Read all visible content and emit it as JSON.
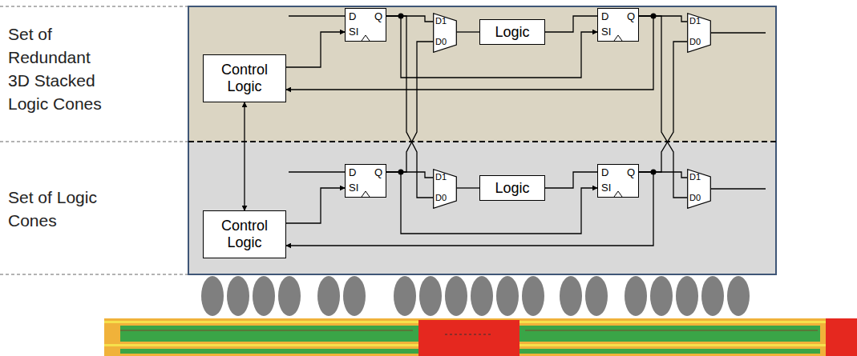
{
  "diagram": {
    "nodes": [
      {
        "text": [
          "D",
          "Q",
          "SI"
        ]
      },
      {
        "text": [
          "D1",
          "D0"
        ]
      },
      {
        "text": [
          "Logic"
        ]
      },
      {
        "text": [
          "D",
          "Q",
          "SI"
        ]
      },
      {
        "text": [
          "D1",
          "D0"
        ]
      },
      {
        "text": [
          "Control Logic"
        ]
      },
      {
        "text": [
          "D",
          "Q",
          "SI"
        ]
      },
      {
        "text": [
          "D1",
          "D0"
        ]
      },
      {
        "text": [
          "Logic"
        ]
      },
      {
        "text": [
          "D",
          "Q",
          "SI"
        ]
      },
      {
        "text": [
          "D1",
          "D0"
        ]
      },
      {
        "text": [
          "Control Logic"
        ]
      }
    ],
    "edges": [
      {
        "from": 5,
        "to": 0,
        "arrow": "to"
      },
      {
        "from": 0,
        "to": 1,
        "arrow": "none"
      },
      {
        "from": 1,
        "to": 2,
        "arrow": "none"
      },
      {
        "from": 2,
        "to": 3,
        "arrow": "none"
      },
      {
        "from": 0,
        "to": 3,
        "arrow": "to"
      },
      {
        "from": 3,
        "to": 4,
        "arrow": "none"
      },
      {
        "from": 3,
        "to": 5,
        "arrow": "to"
      },
      {
        "from": 0,
        "to": 7,
        "arrow": "none"
      },
      {
        "from": 6,
        "to": 1,
        "arrow": "none"
      },
      {
        "from": 3,
        "to": 10,
        "arrow": "none"
      },
      {
        "from": 9,
        "to": 4,
        "arrow": "none"
      },
      {
        "from": 5,
        "to": 11,
        "arrow": "both"
      },
      {
        "from": 11,
        "to": 6,
        "arrow": "to"
      },
      {
        "from": 6,
        "to": 7,
        "arrow": "none"
      },
      {
        "from": 7,
        "to": 8,
        "arrow": "none"
      },
      {
        "from": 8,
        "to": 9,
        "arrow": "none"
      },
      {
        "from": 6,
        "to": 9,
        "arrow": "to"
      },
      {
        "from": 9,
        "to": 10,
        "arrow": "none"
      },
      {
        "from": 9,
        "to": 11,
        "arrow": "to"
      }
    ],
    "labels": [
      "Set of Redundant 3D Stacked Logic Cones",
      "Set of Logic Cones"
    ]
  }
}
